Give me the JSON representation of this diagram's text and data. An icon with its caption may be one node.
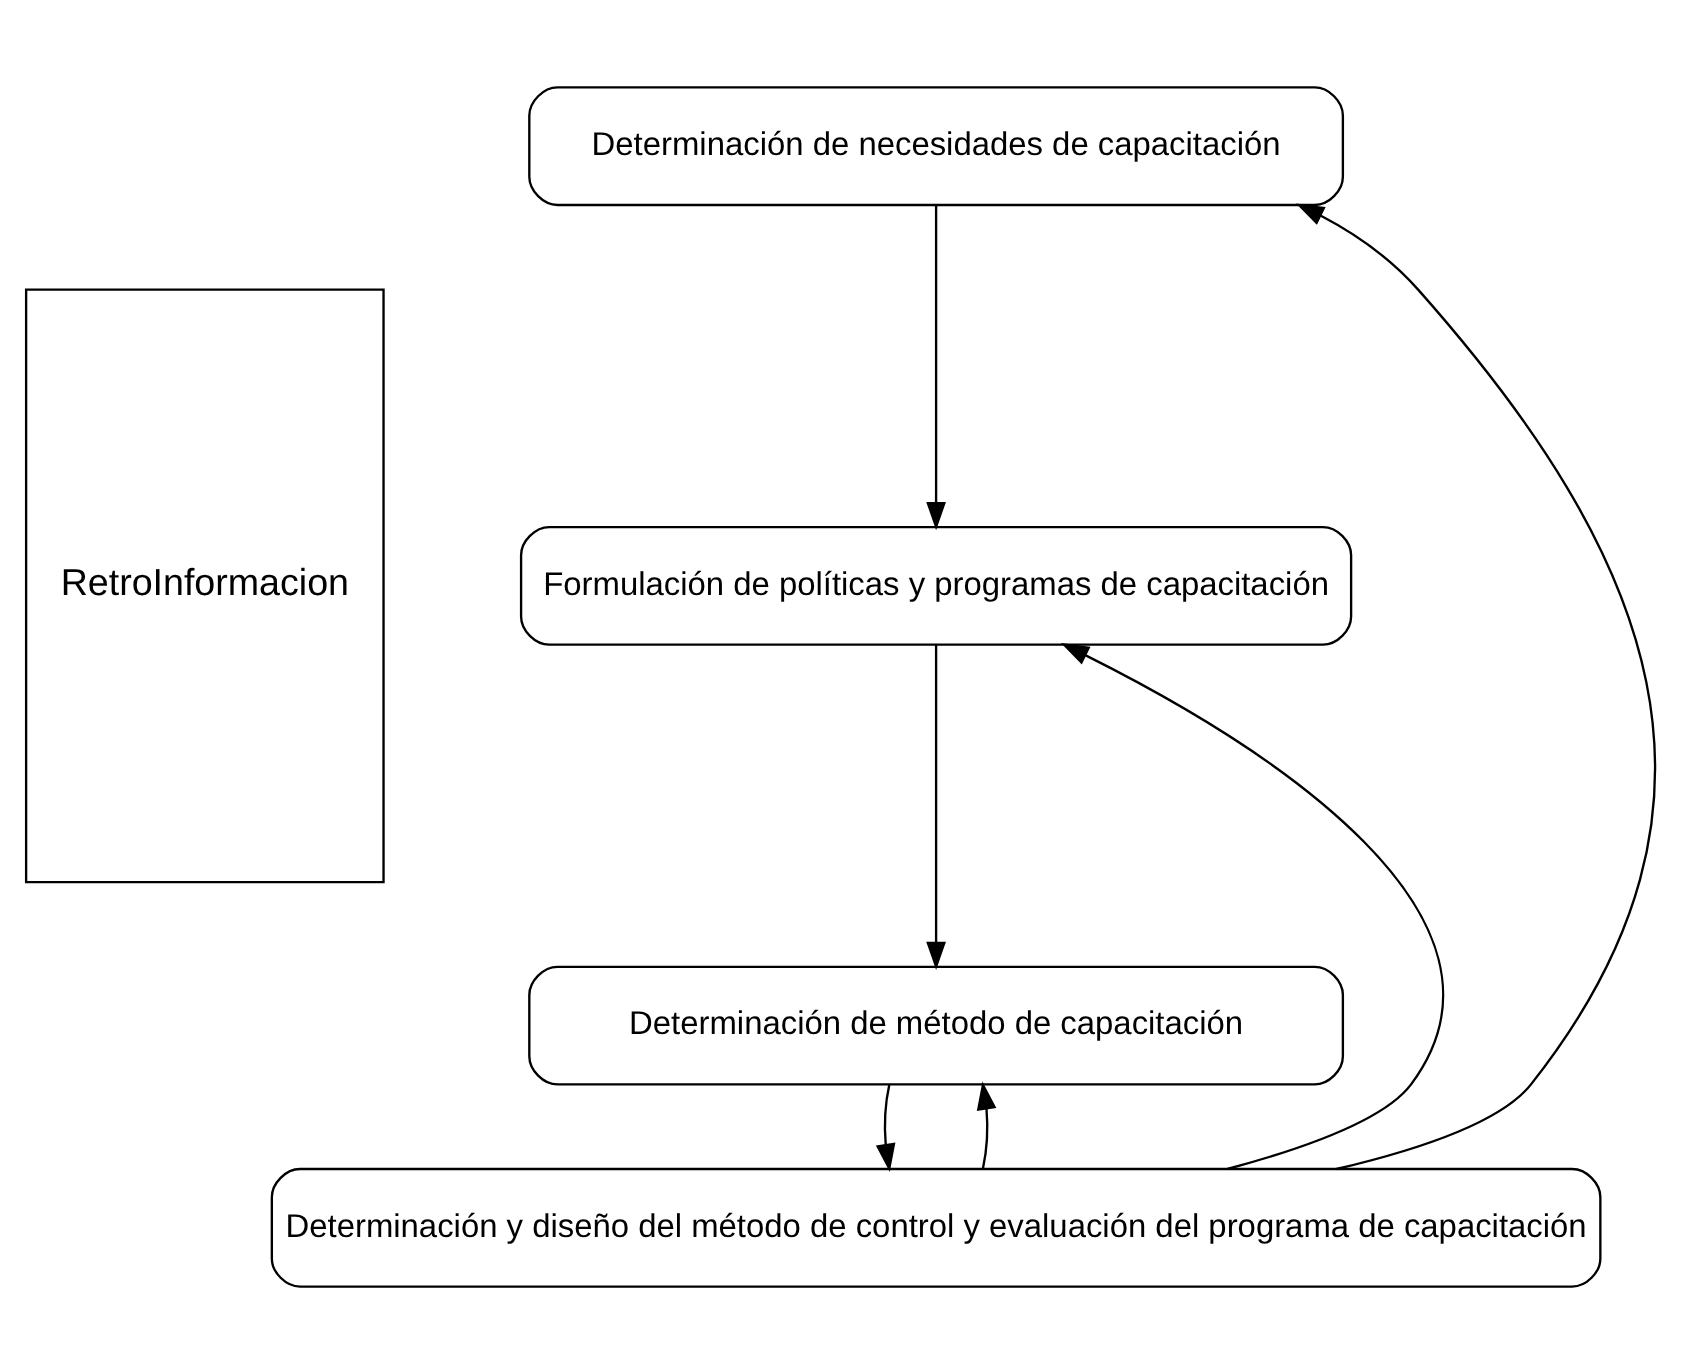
{
  "diagram": {
    "nodes": [
      {
        "text": [
          "RetroInformacion"
        ]
      },
      {
        "text": [
          "Determinación de necesidades de capacitación"
        ]
      },
      {
        "text": [
          "Formulación de políticas y programas de capacitación"
        ]
      },
      {
        "text": [
          "Determinación de método de capacitación"
        ]
      },
      {
        "text": [
          "Determinación y diseño del método de control y evaluación del programa de capacitación"
        ]
      }
    ],
    "edges": [
      {
        "from": 1,
        "to": 2,
        "arrow": "to"
      },
      {
        "from": 2,
        "to": 3,
        "arrow": "to"
      },
      {
        "from": 3,
        "to": 4,
        "arrow": "to"
      },
      {
        "from": 4,
        "to": 1,
        "arrow": "to"
      },
      {
        "from": 4,
        "to": 2,
        "arrow": "to"
      },
      {
        "from": 4,
        "to": 3,
        "arrow": "to"
      }
    ]
  }
}
